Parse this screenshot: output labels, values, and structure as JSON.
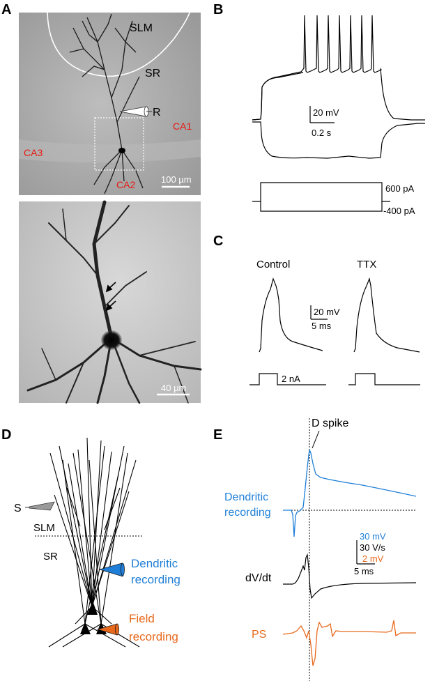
{
  "panels": {
    "A": {
      "letter": "A",
      "top_regions": [
        "SLM",
        "SR",
        "CA1",
        "CA2",
        "CA3"
      ],
      "electrode_label": "R",
      "top_scalebar": "100 µm",
      "bottom_scalebar": "40 µm"
    },
    "B": {
      "letter": "B",
      "scale_v": "20 mV",
      "scale_t": "0.2 s",
      "current_high": "600 pA",
      "current_low": "-400 pA"
    },
    "C": {
      "letter": "C",
      "control_label": "Control",
      "ttx_label": "TTX",
      "scale_v": "20 mV",
      "scale_t": "5 ms",
      "current_label": "2 nA"
    },
    "D": {
      "letter": "D",
      "stim_label": "S",
      "layer_slm": "SLM",
      "layer_sr": "SR",
      "dendritic_line1": "Dendritic",
      "dendritic_line2": "recording",
      "field_line1": "Field",
      "field_line2": "recording"
    },
    "E": {
      "letter": "E",
      "dspike_label": "D spike",
      "dendritic_line1": "Dendritic",
      "dendritic_line2": "recording",
      "scale_1": "30 mV",
      "scale_2": "30 V/s",
      "scale_3": "2 mV",
      "scale_t": "5 ms",
      "dvdt_label": "dV/dt",
      "ps_label": "PS"
    }
  },
  "colors": {
    "red_label": "#e8190f",
    "blue": "#1f7fd8",
    "orange": "#e8691c",
    "gray_bg": "#a9a9a9"
  }
}
